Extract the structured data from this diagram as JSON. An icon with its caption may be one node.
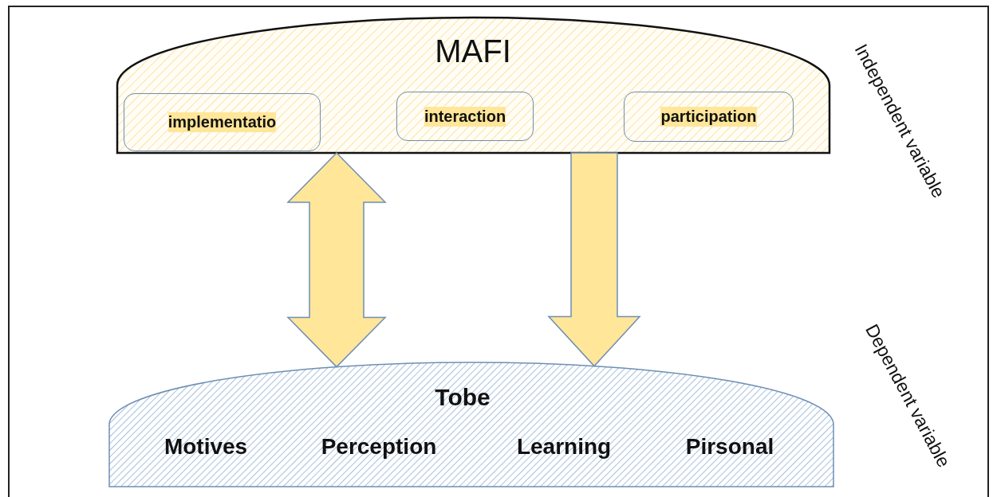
{
  "diagram": {
    "nodes": [
      {
        "text": [
          "MAFI"
        ]
      },
      {
        "text": [
          "implementatio"
        ],
        "in": 0
      },
      {
        "text": [
          "interaction"
        ],
        "in": 0
      },
      {
        "text": [
          "participation"
        ],
        "in": 0
      },
      {
        "text": [
          "Tobe",
          "Motives",
          "Perception",
          "Learning",
          "Pirsonal"
        ]
      }
    ],
    "edges": [
      {
        "from": 0,
        "to": 4,
        "arrow": "both",
        "style": "thick"
      },
      {
        "from": 0,
        "to": 4,
        "arrow": "to",
        "style": "thick"
      }
    ],
    "labels": [
      "Independent variable",
      "Dependent variable"
    ]
  }
}
